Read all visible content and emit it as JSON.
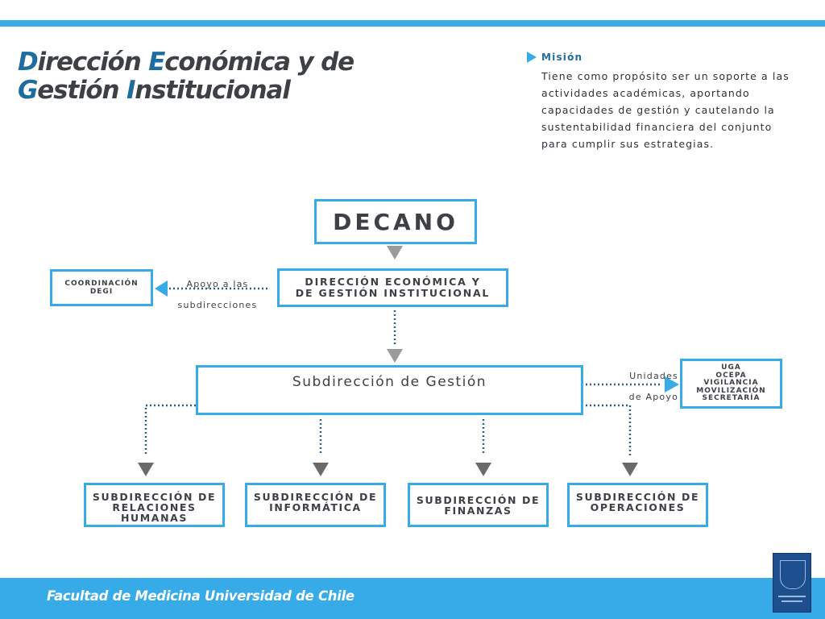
{
  "title": {
    "line1": [
      {
        "cap": "D",
        "rest": "irección "
      },
      {
        "cap": "E",
        "rest": "conómica y de"
      }
    ],
    "line2": [
      {
        "cap": "G",
        "rest": "estión "
      },
      {
        "cap": "I",
        "rest": "nstitucional"
      }
    ]
  },
  "mission": {
    "label": "Misión",
    "lines": [
      "Tiene como propósito ser un soporte a las",
      "actividades académicas, aportando",
      "capacidades de gestión y cautelando la",
      "sustentabilidad financiera del conjunto",
      "para cumplir sus estrategias."
    ]
  },
  "org": {
    "decano": "DECANO",
    "direccion": [
      "DIRECCIÓN ECONÓMICA Y",
      "DE GESTIÓN INSTITUCIONAL"
    ],
    "coordinacion": [
      "COORDINACIÓN",
      "DEGI"
    ],
    "apoyo_label": [
      "Apoyo a las",
      "subdirecciones"
    ],
    "subdireccion_gestion": "Subdirección de Gestión",
    "unidades_label": [
      "Unidades",
      "de Apoyo"
    ],
    "unidades": [
      "UGA",
      "OCEPA",
      "VIGILANCIA",
      "MOVILIZACIÓN",
      "SECRETARÍA"
    ],
    "subdirecciones": [
      [
        "SUBDIRECCIÓN DE",
        "RELACIONES",
        "HUMANAS"
      ],
      [
        "SUBDIRECCIÓN DE",
        "INFORMÁTICA"
      ],
      [
        "SUBDIRECCIÓN DE",
        "FINANZAS"
      ],
      [
        "SUBDIRECCIÓN DE",
        "OPERACIONES"
      ]
    ]
  },
  "footer": {
    "text": "Facultad de Medicina Universidad de Chile"
  },
  "colors": {
    "accent": "#36abe8",
    "title_cap": "#1e6d9e",
    "text": "#3d4146",
    "arrow_gray": "#9a9a9a",
    "arrow_dark": "#6a6a6a",
    "dots": "#2a5f86"
  },
  "icons": {
    "mission_bullet": "play-triangle-icon",
    "logo": "university-crest-icon"
  }
}
